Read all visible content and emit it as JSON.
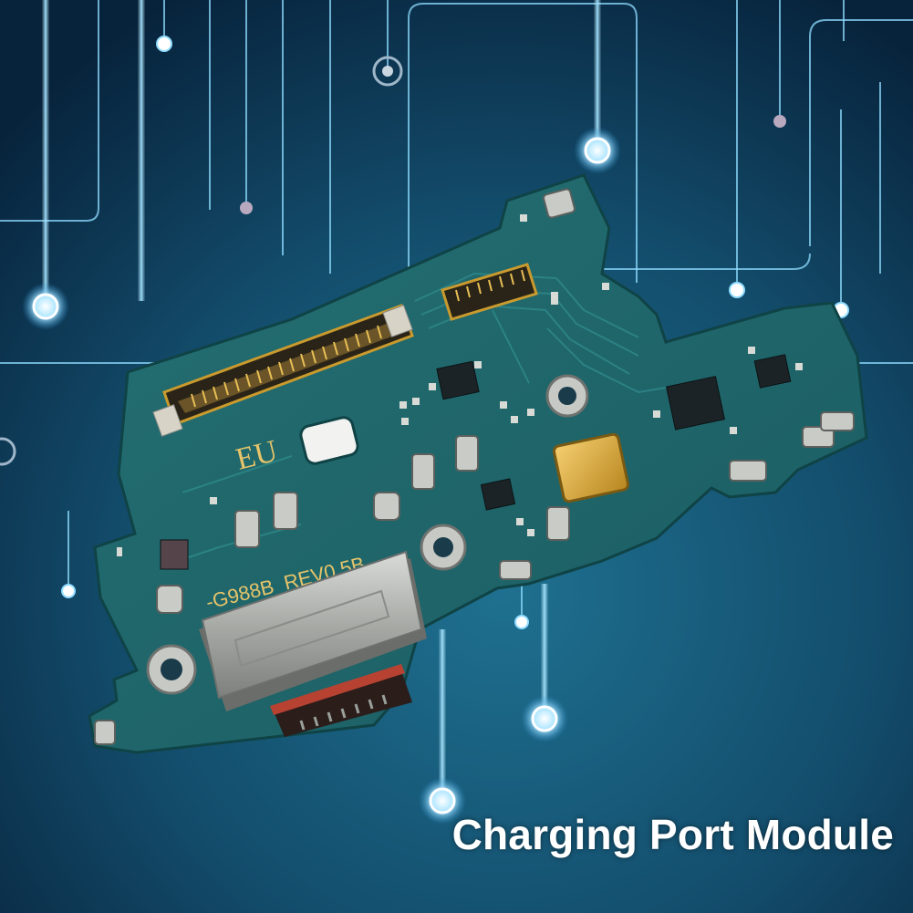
{
  "caption": "Charging Port Module",
  "board": {
    "region_marking": "EU",
    "model_marking": "-G988B_REV0.5B"
  },
  "colors": {
    "background_dark": "#08233d",
    "background_light": "#1c6a86",
    "circuit_glow": "#7fd6ff",
    "pcb_green": "#1f6b6d",
    "silkscreen": "#e6c46a",
    "caption_text": "#ffffff"
  }
}
